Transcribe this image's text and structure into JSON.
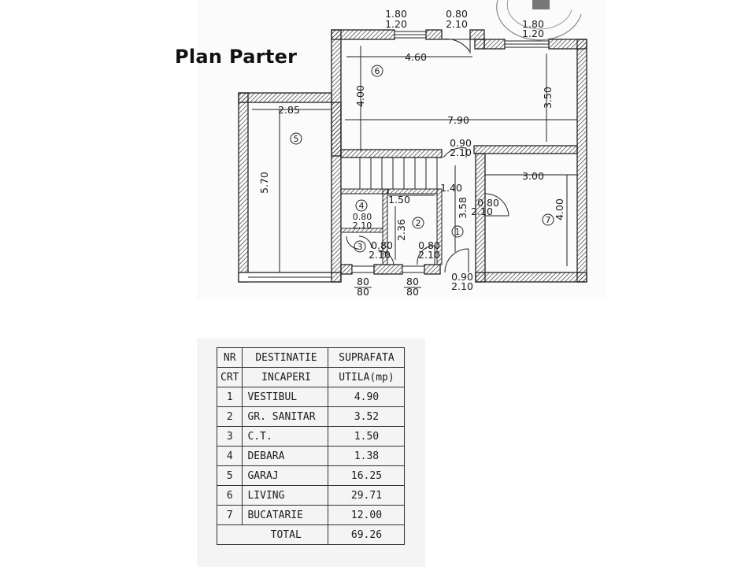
{
  "title": "Plan Parter",
  "dimensions": {
    "top_window_1": "1.80",
    "top_window_1b": "1.20",
    "top_door": "0.80",
    "top_door_b": "2.10",
    "top_window_2": "1.80",
    "top_window_2b": "1.20",
    "living_width": "4.60",
    "living_height": "4.00",
    "living_right_height": "3.50",
    "total_width": "7.90",
    "garage_width": "2.85",
    "garage_height": "5.70",
    "door_living": "0.90",
    "door_living_b": "2.10",
    "hall_width": "1.40",
    "hall_height": "3.58",
    "kitchen_width": "3.00",
    "kitchen_height": "4.00",
    "kitchen_door": "0.80",
    "kitchen_door_b": "2.10",
    "stair_width": "1.50",
    "wc_height": "2.36",
    "debara_door": "0.80",
    "debara_door_b": "2.10",
    "ct_door": "0.80",
    "ct_door_b": "2.10",
    "wc_door": "0.80",
    "wc_door_b": "2.10",
    "entry_door": "0.90",
    "entry_door_b": "2.10",
    "bottom_window_1": "80",
    "bottom_window_1b": "80",
    "bottom_window_2": "80",
    "bottom_window_2b": "80"
  },
  "room_numbers": [
    "1",
    "2",
    "3",
    "4",
    "5",
    "6",
    "7"
  ],
  "table": {
    "headers": {
      "nr_top": "NR",
      "nr_bottom": "CRT",
      "dest_top": "DESTINATIE",
      "dest_bottom": "INCAPERI",
      "area_top": "SUPRAFATA",
      "area_bottom": "UTILA(mp)"
    },
    "rows": [
      {
        "nr": "1",
        "name": "VESTIBUL",
        "area": "4.90"
      },
      {
        "nr": "2",
        "name": "GR. SANITAR",
        "area": "3.52"
      },
      {
        "nr": "3",
        "name": "C.T.",
        "area": "1.50"
      },
      {
        "nr": "4",
        "name": "DEBARA",
        "area": "1.38"
      },
      {
        "nr": "5",
        "name": "GARAJ",
        "area": "16.25"
      },
      {
        "nr": "6",
        "name": "LIVING",
        "area": "29.71"
      },
      {
        "nr": "7",
        "name": "BUCATARIE",
        "area": "12.00"
      }
    ],
    "total_label": "TOTAL",
    "total_value": "69.26"
  }
}
